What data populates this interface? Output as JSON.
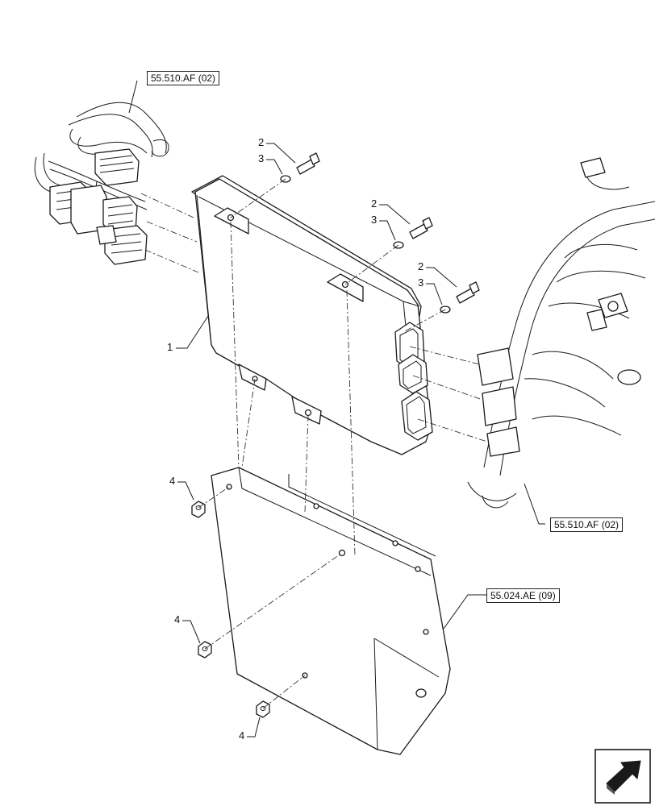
{
  "references": {
    "harness_upper": "55.510.AF (02)",
    "harness_right": "55.510.AF (02)",
    "bracket": "55.024.AE (09)"
  },
  "callouts": {
    "item_1": "1",
    "item_2a": "2",
    "item_3a": "3",
    "item_2b": "2",
    "item_3b": "3",
    "item_2c": "2",
    "item_3c": "3",
    "item_4a": "4",
    "item_4b": "4",
    "item_4c": "4"
  },
  "icons": {
    "nav": "next-page-arrow-icon"
  }
}
